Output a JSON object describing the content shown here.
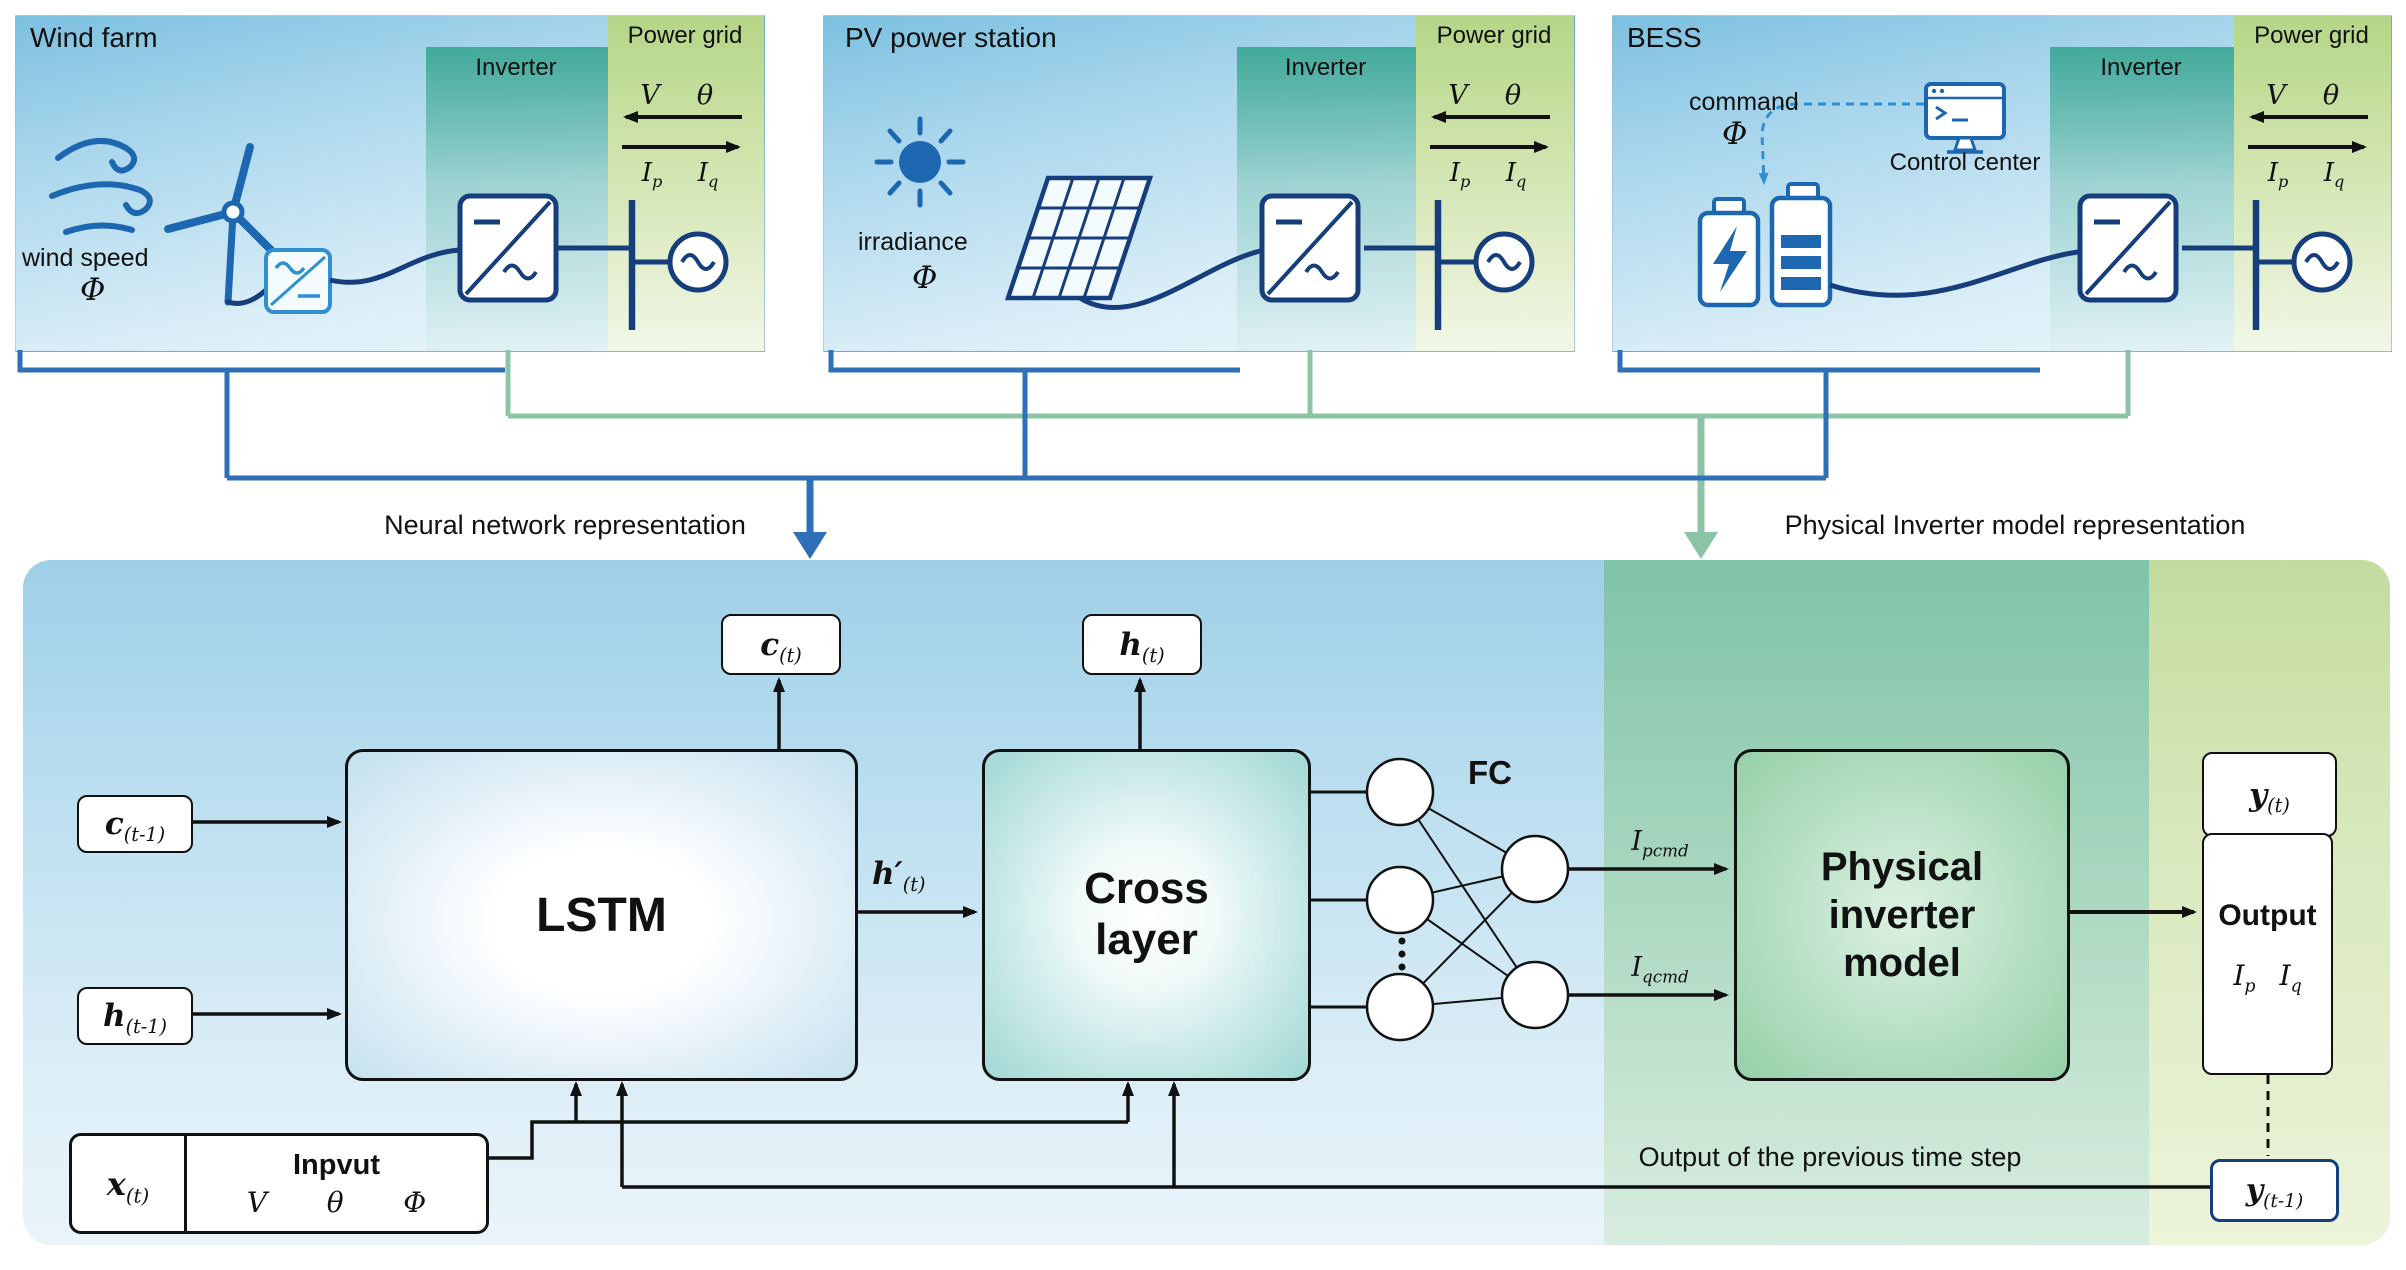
{
  "panels": [
    {
      "title": "Wind farm",
      "inverter": "Inverter",
      "grid": "Power grid",
      "v": "V",
      "theta": "θ",
      "ip": {
        "base": "I",
        "sub": "p"
      },
      "iq": {
        "base": "I",
        "sub": "q"
      },
      "caption": "wind speed",
      "symbol": "Φ"
    },
    {
      "title": "PV power station",
      "inverter": "Inverter",
      "grid": "Power grid",
      "v": "V",
      "theta": "θ",
      "ip": {
        "base": "I",
        "sub": "p"
      },
      "iq": {
        "base": "I",
        "sub": "q"
      },
      "caption": "irradiance",
      "symbol": "Φ"
    },
    {
      "title": "BESS",
      "inverter": "Inverter",
      "grid": "Power grid",
      "v": "V",
      "theta": "θ",
      "ip": {
        "base": "I",
        "sub": "p"
      },
      "iq": {
        "base": "I",
        "sub": "q"
      },
      "command": "command",
      "symbol": "Φ",
      "control_center": "Control center"
    }
  ],
  "flow": {
    "nn": "Neural network representation",
    "phys": "Physical Inverter model representation",
    "prev_output": "Output of the previous time step"
  },
  "model": {
    "c_prev": {
      "base": "c",
      "sub": "(t-1)"
    },
    "h_prev": {
      "base": "h",
      "sub": "(t-1)"
    },
    "c_t": {
      "base": "c",
      "sub": "(t)"
    },
    "h_t": {
      "base": "h",
      "sub": "(t)"
    },
    "lstm": "LSTM",
    "h_prime": {
      "base": "h",
      "prime": "′",
      "sub": "(t)"
    },
    "cross": {
      "line1": "Cross",
      "line2": "layer"
    },
    "fc": "FC",
    "i_pcmd": {
      "base": "I",
      "sub": "pcmd"
    },
    "i_qcmd": {
      "base": "I",
      "sub": "qcmd"
    },
    "physical": {
      "line1": "Physical",
      "line2": "inverter",
      "line3": "model"
    },
    "y_t": {
      "base": "y",
      "sub": "(t)"
    },
    "output": {
      "title": "Output",
      "ip": {
        "base": "I",
        "sub": "p"
      },
      "iq": {
        "base": "I",
        "sub": "q"
      }
    },
    "y_prev": {
      "base": "y",
      "sub": "(t-1)"
    },
    "x_t": {
      "base": "x",
      "sub": "(t)"
    },
    "input": {
      "title": "Inpvut",
      "v": "V",
      "theta": "θ",
      "phi": "Φ"
    }
  },
  "colors": {
    "icon_blue": "#1d66b0",
    "navy": "#163e7c",
    "connector_blue": "#2e6fb7",
    "connector_green": "#8cc5a5",
    "panel_blue": "#7cc0e0",
    "inverter_teal": "#3aa694",
    "grid_green": "#b4d687"
  },
  "icons": [
    "wind-icon",
    "wind-turbine-icon",
    "generator-converter-icon",
    "inverter-icon",
    "grid-bus-icon",
    "ac-source-icon",
    "sun-icon",
    "solar-panel-icon",
    "battery-charge-icon",
    "battery-level-icon",
    "control-center-icon",
    "command-arrow-icon",
    "fc-node"
  ]
}
